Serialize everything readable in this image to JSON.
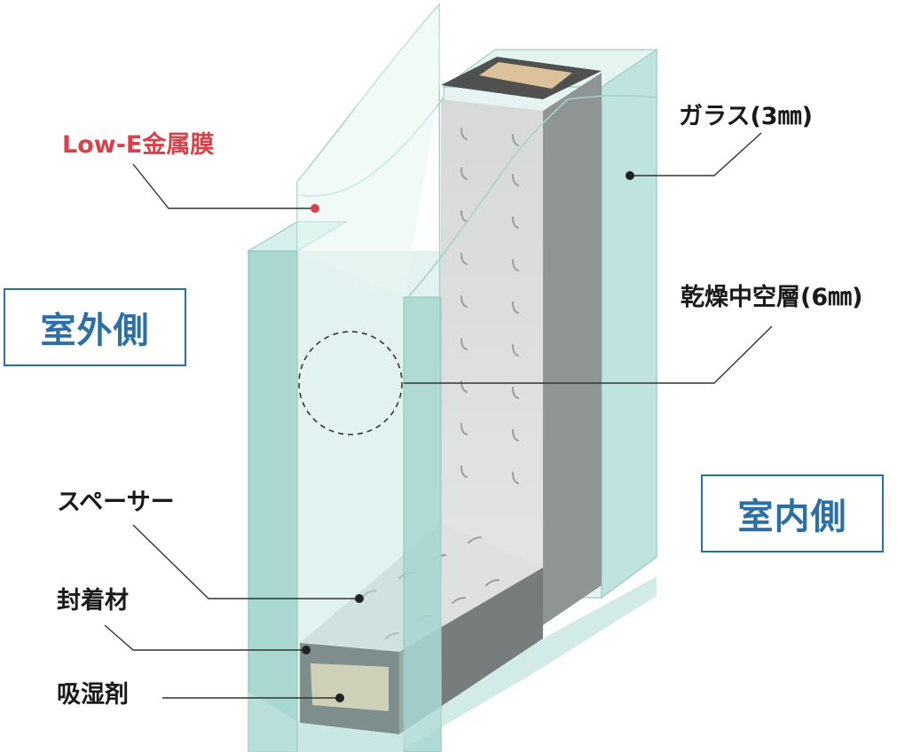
{
  "labels": {
    "low_e": "Low-E金属膜",
    "glass": "ガラス(3㎜)",
    "air_layer": "乾燥中空層(6㎜)",
    "spacer": "スペーサー",
    "sealant": "封着材",
    "desiccant": "吸湿剤"
  },
  "sides": {
    "outdoor": "室外側",
    "indoor": "室内側"
  },
  "colors": {
    "label_text": "#1a1a1a",
    "low_e_text": "#d9414a",
    "side_box": "#2b6fa6",
    "glass": "#bfe3de",
    "frame_dark": "#4a4a4a",
    "desiccant": "#dcc29a"
  }
}
